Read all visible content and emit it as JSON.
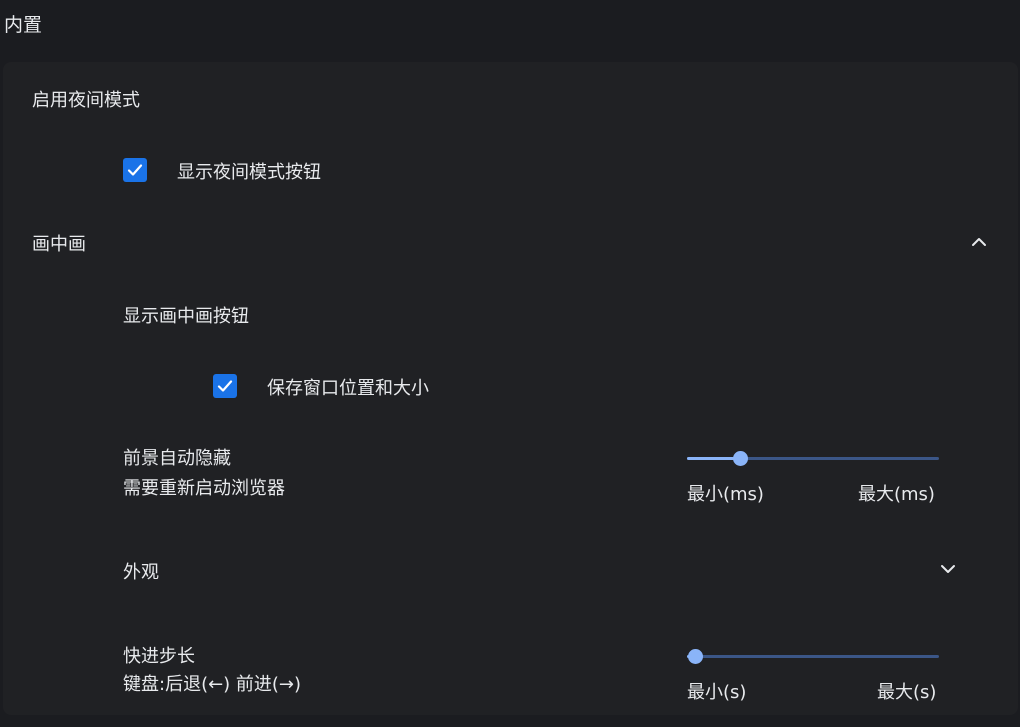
{
  "header": {
    "title": "内置"
  },
  "night_mode": {
    "title": "启用夜间模式",
    "show_button": {
      "label": "显示夜间模式按钮",
      "checked": true
    }
  },
  "pip": {
    "title": "画中画",
    "expanded": true,
    "chevron_icon": "chevron-up-icon",
    "show_button_title": "显示画中画按钮",
    "save_window": {
      "label": "保存窗口位置和大小",
      "checked": true
    },
    "autohide": {
      "title": "前景自动隐藏",
      "subtitle": "需要重新启动浏览器",
      "min_label": "最小(ms)",
      "max_label": "最大(ms)",
      "value_fraction": 0.21
    },
    "appearance": {
      "title": "外观",
      "expanded": false,
      "chevron_icon": "chevron-down-icon"
    },
    "seek_step": {
      "title": "快进步长",
      "subtitle": "键盘:后退(←) 前进(→)",
      "min_label": "最小(s)",
      "max_label": "最大(s)",
      "value_fraction": 0.03
    }
  },
  "colors": {
    "accent": "#1a73e8",
    "slider_active": "#8ab4f8",
    "slider_inactive": "#3b5687",
    "card_bg": "#202124",
    "page_bg": "#1b1c20"
  }
}
